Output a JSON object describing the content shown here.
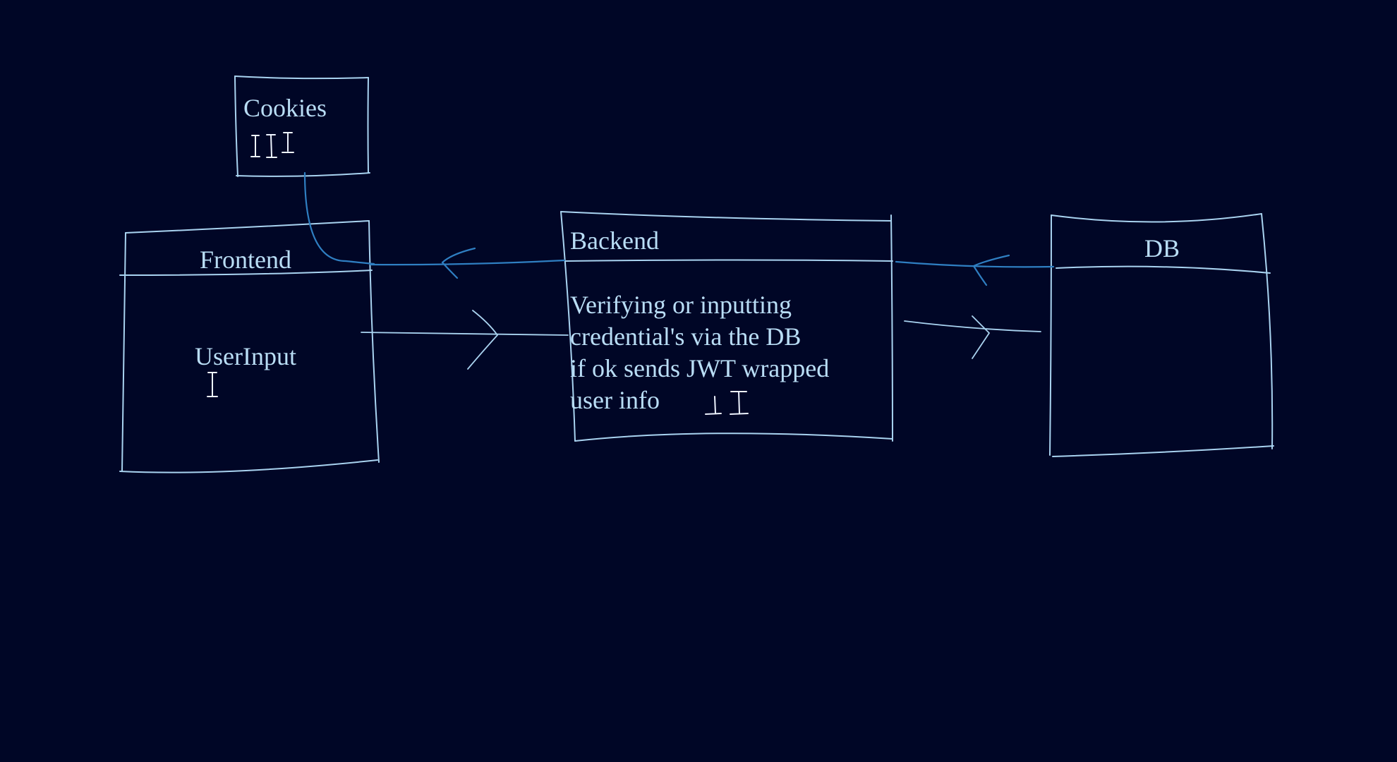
{
  "diagram": {
    "cookies": {
      "title": "Cookies"
    },
    "frontend": {
      "title": "Frontend",
      "body": "UserInput"
    },
    "backend": {
      "title": "Backend",
      "body_lines": [
        "Verifying or inputting",
        "credential's via the DB",
        "if ok sends JWT wrapped",
        "user info"
      ]
    },
    "db": {
      "title": "DB"
    }
  },
  "colors": {
    "background": "#000626",
    "stroke": "#a9d3f0",
    "text": "#b9ddf5",
    "flow_back": "#2f7fc2",
    "cursor": "#eef4ff"
  },
  "icons": [
    "text-cursor-icon"
  ]
}
